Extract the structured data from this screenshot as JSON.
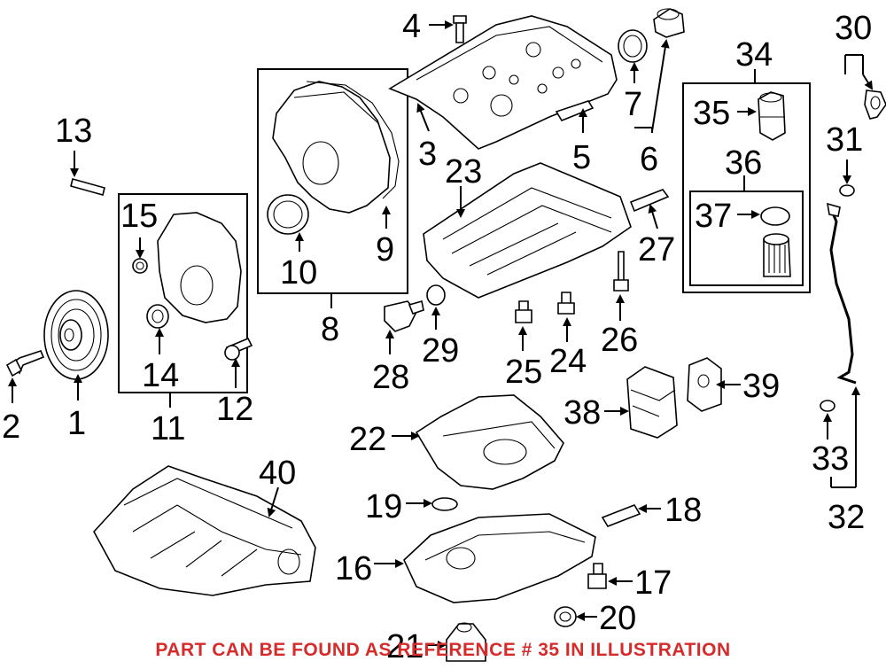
{
  "callouts": [
    "1",
    "2",
    "3",
    "4",
    "5",
    "6",
    "7",
    "8",
    "9",
    "10",
    "11",
    "12",
    "13",
    "14",
    "15",
    "16",
    "17",
    "18",
    "19",
    "20",
    "21",
    "22",
    "23",
    "24",
    "25",
    "26",
    "27",
    "28",
    "29",
    "30",
    "31",
    "32",
    "33",
    "34",
    "35",
    "36",
    "37",
    "38",
    "39",
    "40"
  ],
  "footer": {
    "note": "PART CAN BE FOUND AS REFERENCE # 35 IN ILLUSTRATION",
    "color": "#d62b2b"
  }
}
